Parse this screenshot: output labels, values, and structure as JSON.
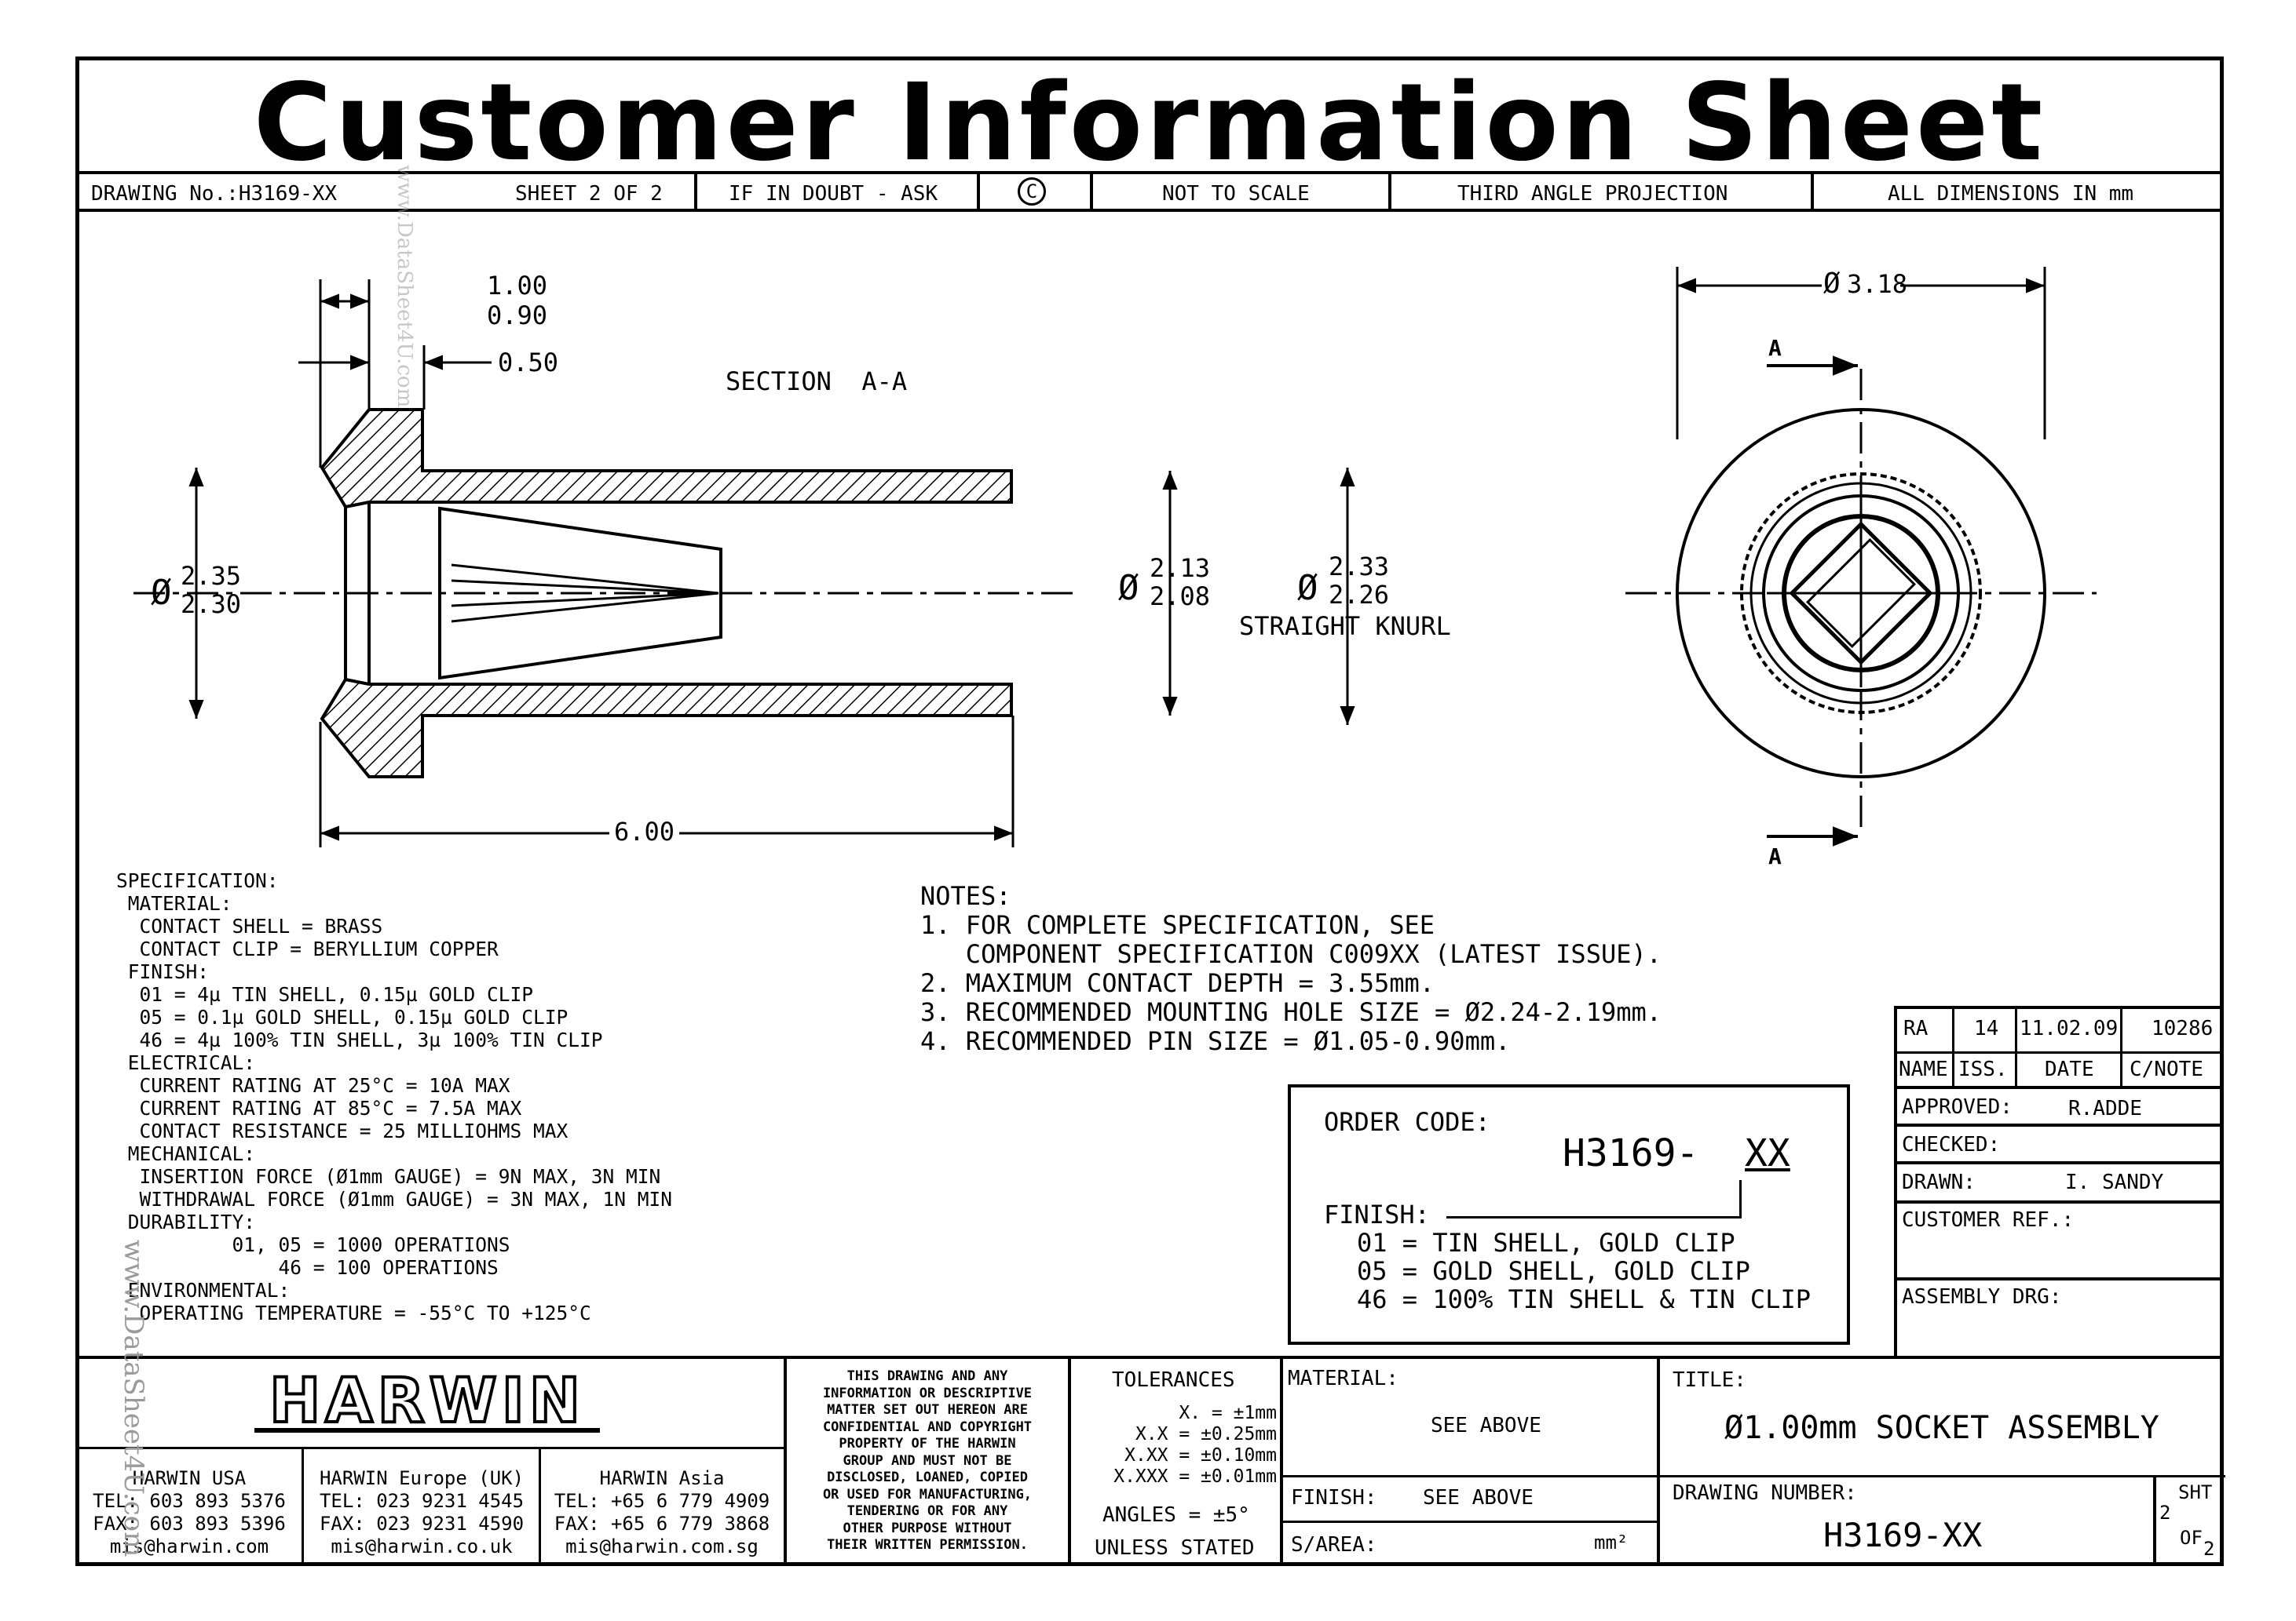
{
  "title": "Customer Information Sheet",
  "header": {
    "drawing_no": "DRAWING No.:H3169-XX",
    "sheet": "SHEET 2 OF 2",
    "doubt": "IF IN DOUBT - ASK",
    "copyright": "C",
    "scale": "NOT TO SCALE",
    "projection": "THIRD ANGLE PROJECTION",
    "dimensions": "ALL DIMENSIONS IN mm"
  },
  "drawing": {
    "dim_top_1": "1.00",
    "dim_top_2": "0.90",
    "dim_top_3": "0.50",
    "section": "SECTION  A-A",
    "dia_left_1": "2.35",
    "dia_left_2": "2.30",
    "dia_mid_1": "2.13",
    "dia_mid_2": "2.08",
    "dia_right_1": "2.33",
    "dia_right_2": "2.26",
    "knurl": "STRAIGHT KNURL",
    "length": "6.00",
    "end_dia": "3.18",
    "section_mark": "A",
    "dia_symbol": "Ø"
  },
  "spec": {
    "lines": [
      "SPECIFICATION:",
      " MATERIAL:",
      "  CONTACT SHELL = BRASS",
      "  CONTACT CLIP = BERYLLIUM COPPER",
      " FINISH:",
      "  01 = 4µ TIN SHELL, 0.15µ GOLD CLIP",
      "  05 = 0.1µ GOLD SHELL, 0.15µ GOLD CLIP",
      "  46 = 4µ 100% TIN SHELL, 3µ 100% TIN CLIP",
      " ELECTRICAL:",
      "  CURRENT RATING AT 25°C = 10A MAX",
      "  CURRENT RATING AT 85°C = 7.5A MAX",
      "  CONTACT RESISTANCE = 25 MILLIOHMS MAX",
      " MECHANICAL:",
      "  INSERTION FORCE (Ø1mm GAUGE) = 9N MAX, 3N MIN",
      "  WITHDRAWAL FORCE (Ø1mm GAUGE) = 3N MAX, 1N MIN",
      " DURABILITY:",
      "          01, 05 = 1000 OPERATIONS",
      "              46 = 100 OPERATIONS",
      " ENVIRONMENTAL:",
      "  OPERATING TEMPERATURE = -55°C TO +125°C"
    ]
  },
  "notes": {
    "lines": [
      "NOTES:",
      "1. FOR COMPLETE SPECIFICATION, SEE",
      "   COMPONENT SPECIFICATION C009XX (LATEST ISSUE).",
      "2. MAXIMUM CONTACT DEPTH = 3.55mm.",
      "3. RECOMMENDED MOUNTING HOLE SIZE = Ø2.24-2.19mm.",
      "4. RECOMMENDED PIN SIZE = Ø1.05-0.90mm."
    ]
  },
  "order": {
    "label": "ORDER CODE:",
    "code_prefix": "H3169-",
    "code_suffix": "XX",
    "finish_label": "FINISH:",
    "options": [
      "01 = TIN SHELL, GOLD CLIP",
      "05 = GOLD SHELL, GOLD CLIP",
      "46 = 100% TIN SHELL & TIN CLIP"
    ]
  },
  "revision": {
    "values": [
      "RA",
      "14",
      "11.02.09",
      "10286"
    ],
    "headers": [
      "NAME",
      "ISS.",
      "DATE",
      "C/NOTE"
    ],
    "approved_label": "APPROVED:",
    "approved": "R.ADDE",
    "checked_label": "CHECKED:",
    "drawn_label": "DRAWN:",
    "drawn": "I. SANDY",
    "customer_ref": "CUSTOMER REF.:",
    "assembly_drg": "ASSEMBLY DRG:"
  },
  "company": {
    "logo": "HARWIN",
    "usa": [
      "HARWIN USA",
      "TEL: 603 893 5376",
      "FAX: 603 893 5396",
      "mis@harwin.com"
    ],
    "europe": [
      "HARWIN Europe (UK)",
      "TEL: 023 9231 4545",
      "FAX: 023 9231 4590",
      "mis@harwin.co.uk"
    ],
    "asia": [
      "HARWIN Asia",
      "TEL: +65 6 779 4909",
      "FAX: +65 6 779 3868",
      "mis@harwin.com.sg"
    ]
  },
  "confidential": [
    "THIS DRAWING AND ANY",
    "INFORMATION OR DESCRIPTIVE",
    "MATTER SET OUT HEREON ARE",
    "CONFIDENTIAL AND COPYRIGHT",
    "PROPERTY OF THE HARWIN",
    "GROUP AND MUST NOT BE",
    "DISCLOSED, LOANED, COPIED",
    "OR USED FOR MANUFACTURING,",
    "TENDERING OR FOR ANY",
    "OTHER PURPOSE WITHOUT",
    "THEIR WRITTEN PERMISSION."
  ],
  "tolerances": {
    "title": "TOLERANCES",
    "lines": [
      "X.  = ±1mm",
      "X.X  = ±0.25mm",
      "X.XX  = ±0.10mm",
      "X.XXX = ±0.01mm"
    ],
    "angles": "ANGLES = ±5°",
    "unless": "UNLESS STATED"
  },
  "titleblock": {
    "material_label": "MATERIAL:",
    "material": "SEE ABOVE",
    "finish_label": "FINISH:",
    "finish": "SEE ABOVE",
    "sarea_label": "S/AREA:",
    "sarea_unit": "mm²",
    "title_label": "TITLE:",
    "title": "Ø1.00mm SOCKET ASSEMBLY",
    "drawing_number_label": "DRAWING NUMBER:",
    "drawing_number": "H3169-XX",
    "sht_label": "SHT",
    "sht_num": "2",
    "sht_of": "OF",
    "sht_total": "2"
  },
  "watermark": "www.DataSheet4U.com"
}
